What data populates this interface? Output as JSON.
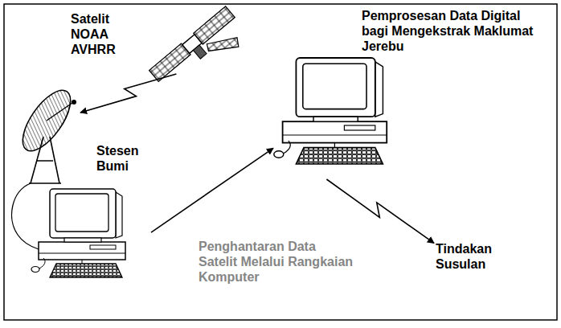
{
  "diagram": {
    "nodes": [
      {
        "text": [
          "Satelit NOAA AVHRR"
        ]
      },
      {
        "text": [
          "Stesen Bumi"
        ]
      },
      {
        "text": [
          "Pemprosesan Data Digital bagi Mengekstrak Maklumat Jerebu"
        ]
      },
      {
        "text": [
          "Tindakan Susulan"
        ]
      }
    ],
    "edges": [
      {
        "from": 0,
        "to": 1,
        "arrow": "to"
      },
      {
        "from": 1,
        "to": 2,
        "arrow": "to",
        "label": "Penghantaran Data Satelit Melalui Rangkaian Komputer"
      },
      {
        "from": 2,
        "to": 3,
        "arrow": "to"
      }
    ]
  }
}
